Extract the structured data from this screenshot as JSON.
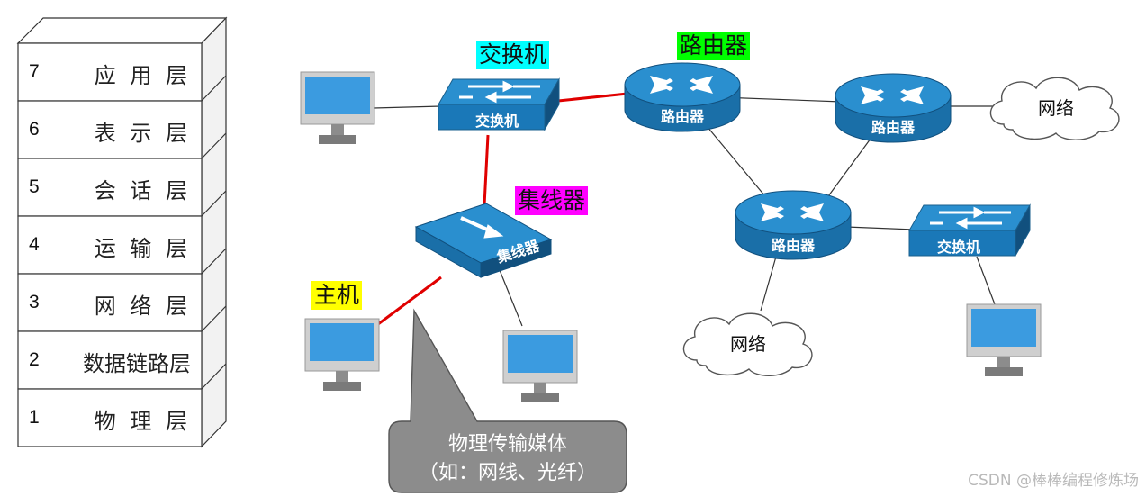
{
  "osi_layers": [
    {
      "num": "7",
      "name": "应 用 层"
    },
    {
      "num": "6",
      "name": "表 示 层"
    },
    {
      "num": "5",
      "name": "会 话 层"
    },
    {
      "num": "4",
      "name": "运 输 层"
    },
    {
      "num": "3",
      "name": "网 络 层"
    },
    {
      "num": "2",
      "name": "数据链路层"
    },
    {
      "num": "1",
      "name": "物 理 层"
    }
  ],
  "tags": {
    "switch": "交换机",
    "router": "路由器",
    "hub": "集线器",
    "host": "主机"
  },
  "device_labels": {
    "switch": "交换机",
    "router": "路由器",
    "hub": "集线器"
  },
  "cloud_label": "网络",
  "callout": {
    "line1": "物理传输媒体",
    "line2": "（如：网线、光纤）"
  },
  "watermark": "CSDN @棒棒编程修炼场",
  "colors": {
    "switch_tag_bg": "#00ffff",
    "router_tag_bg": "#00ff00",
    "hub_tag_bg": "#ff00ff",
    "host_tag_bg": "#ffff00",
    "device_blue": "#1a6fa8",
    "link_red": "#e00000",
    "callout_gray": "#8a8a8a"
  }
}
